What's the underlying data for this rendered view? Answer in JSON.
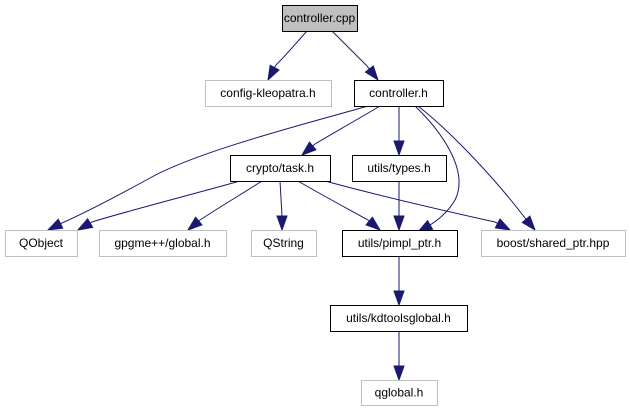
{
  "title": "controller.cpp include dependency graph",
  "colors": {
    "edge": "#191970",
    "root_fill": "#bfbfbf",
    "root_border": "#000000",
    "documented_border": "#000000",
    "external_border": "#bfbfbf",
    "node_fill": "#ffffff"
  },
  "nodes": [
    {
      "id": "controller_cpp",
      "label": "controller.cpp",
      "kind": "root"
    },
    {
      "id": "config_kleopatra_h",
      "label": "config-kleopatra.h",
      "kind": "external"
    },
    {
      "id": "controller_h",
      "label": "controller.h",
      "kind": "documented"
    },
    {
      "id": "crypto_task_h",
      "label": "crypto/task.h",
      "kind": "documented"
    },
    {
      "id": "utils_types_h",
      "label": "utils/types.h",
      "kind": "documented"
    },
    {
      "id": "qobject",
      "label": "QObject",
      "kind": "external"
    },
    {
      "id": "gpgme_global_h",
      "label": "gpgme++/global.h",
      "kind": "external"
    },
    {
      "id": "qstring",
      "label": "QString",
      "kind": "external"
    },
    {
      "id": "utils_pimpl_ptr_h",
      "label": "utils/pimpl_ptr.h",
      "kind": "documented"
    },
    {
      "id": "boost_shared_ptr_hpp",
      "label": "boost/shared_ptr.hpp",
      "kind": "external"
    },
    {
      "id": "utils_kdtoolsglobal_h",
      "label": "utils/kdtoolsglobal.h",
      "kind": "documented"
    },
    {
      "id": "qglobal_h",
      "label": "qglobal.h",
      "kind": "external"
    }
  ],
  "edges": [
    {
      "from": "controller_cpp",
      "to": "config_kleopatra_h"
    },
    {
      "from": "controller_cpp",
      "to": "controller_h"
    },
    {
      "from": "controller_h",
      "to": "qobject"
    },
    {
      "from": "controller_h",
      "to": "crypto_task_h"
    },
    {
      "from": "controller_h",
      "to": "utils_types_h"
    },
    {
      "from": "controller_h",
      "to": "utils_pimpl_ptr_h"
    },
    {
      "from": "controller_h",
      "to": "boost_shared_ptr_hpp"
    },
    {
      "from": "crypto_task_h",
      "to": "qobject"
    },
    {
      "from": "crypto_task_h",
      "to": "gpgme_global_h"
    },
    {
      "from": "crypto_task_h",
      "to": "qstring"
    },
    {
      "from": "crypto_task_h",
      "to": "utils_pimpl_ptr_h"
    },
    {
      "from": "crypto_task_h",
      "to": "boost_shared_ptr_hpp"
    },
    {
      "from": "utils_types_h",
      "to": "utils_pimpl_ptr_h"
    },
    {
      "from": "utils_pimpl_ptr_h",
      "to": "utils_kdtoolsglobal_h"
    },
    {
      "from": "utils_kdtoolsglobal_h",
      "to": "qglobal_h"
    }
  ]
}
